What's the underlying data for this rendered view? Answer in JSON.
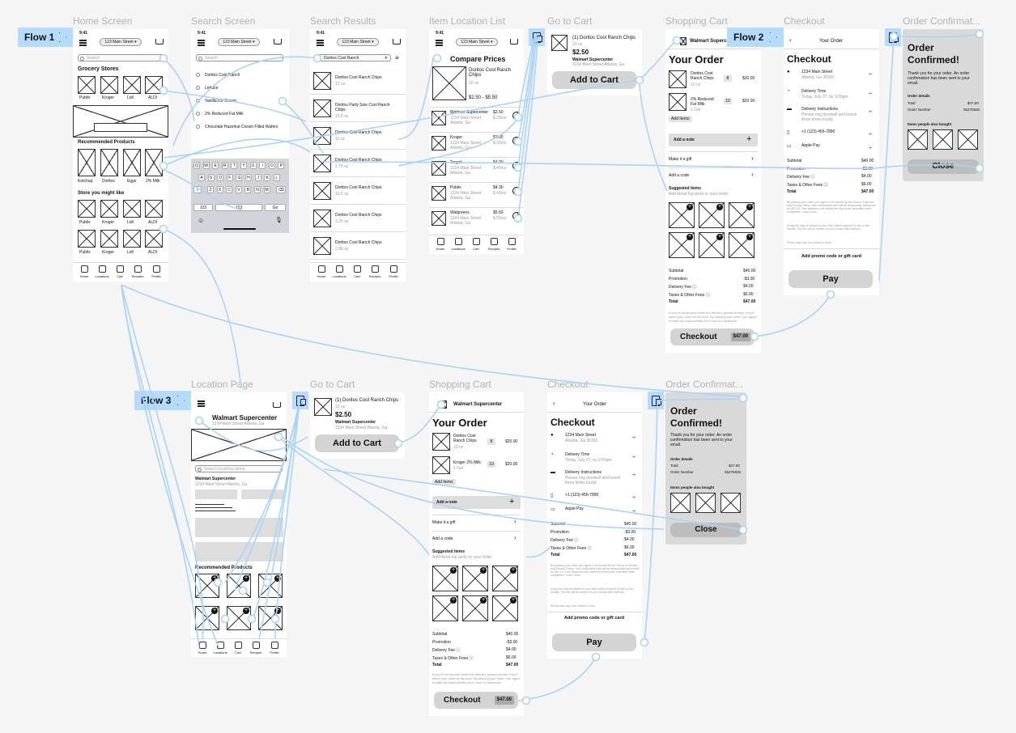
{
  "frames": {
    "home": "Home Screen",
    "search": "Search Screen",
    "results": "Search Results",
    "location_list": "Item Location List",
    "go_to_cart": "Go to Cart",
    "shopping_cart": "Shopping Cart",
    "checkout": "Checkout",
    "order_confirmation": "Order Confirmat...",
    "location_page": "Location Page",
    "go_to_cart_2": "Go to Cart",
    "shopping_cart_2": "Shopping Cart",
    "checkout_2": "Checkout",
    "order_confirmation_2": "Order Confirmat..."
  },
  "flows": {
    "f1": "Flow 1",
    "f2": "Flow 2",
    "f3": "Flow 3"
  },
  "status": {
    "time": "9:41"
  },
  "address": "123 Main Street ▾",
  "home": {
    "search_placeholder": "Search",
    "grocery_title": "Grocery Stores",
    "stores": [
      "Publix",
      "Kroger",
      "Lidl",
      "ALDI"
    ],
    "recommended_title": "Recommended Products",
    "products": [
      "Ketchup",
      "Doritos",
      "Eggs",
      "2% Milk"
    ],
    "like_title": "Store you might like",
    "stores_like_1": [
      "Publix",
      "Kroger",
      "Lidl",
      "ALDI"
    ],
    "stores_like_2": [
      "Publix",
      "Kroger",
      "Lidl",
      "ALDI"
    ]
  },
  "nav": {
    "home": "Home",
    "locations": "Locations",
    "cart": "Cart",
    "recipes": "Recipes",
    "profile": "Profile"
  },
  "search": {
    "placeholder": "Search",
    "suggestions": [
      "Doritos Cool Ranch",
      "Lettuce",
      "Vanilla Ice Cream",
      "2% Reduced Fat Milk",
      "Chocolate Hazelnut Cream Filled Wafers"
    ],
    "keys_row1": [
      "Q",
      "W",
      "E",
      "R",
      "T",
      "Y",
      "U",
      "I",
      "O",
      "P"
    ],
    "keys_row2": [
      "A",
      "S",
      "D",
      "F",
      "G",
      "H",
      "J",
      "K",
      "L"
    ],
    "keys_row3": [
      "Z",
      "X",
      "C",
      "V",
      "B",
      "N",
      "M"
    ],
    "key_123": "123",
    "key_space": "123",
    "key_go": "Go"
  },
  "results": {
    "query": "Doritos Cool Ranch",
    "items": [
      {
        "name": "Doritos Cool Ranch Chips",
        "size": "10 oz"
      },
      {
        "name": "Doritos Party Size Cool Ranch Chips",
        "size": "15.5 oz"
      },
      {
        "name": "Doritos Cool Ranch Chips",
        "size": "11 oz"
      },
      {
        "name": "Doritos Cool Ranch Chips",
        "size": "2.75 oz"
      },
      {
        "name": "Doritos Cool Ranch Chips",
        "size": "10.5 oz"
      },
      {
        "name": "Doritos Cool Ranch Chips",
        "size": "3.25 oz"
      },
      {
        "name": "Doritos Cool Ranch Chips",
        "size": "2.88 oz"
      }
    ]
  },
  "compare": {
    "title": "Compare Prices",
    "product": "Doritos Cool Ranch Chips",
    "size": "10 oz",
    "range": "$2.50 - $5.50",
    "stores": [
      {
        "name": "Walmart Supercenter",
        "addr": "1234 Main Street",
        "city": "Atlanta, Ga",
        "price": "$2.50",
        "unit": "$.25/oz"
      },
      {
        "name": "Kroger",
        "addr": "1234 Main Street",
        "city": "Atlanta, Ga",
        "price": "$3.00",
        "unit": "$.30/oz"
      },
      {
        "name": "Target",
        "addr": "1234 Main Street",
        "city": "Atlanta, Ga",
        "price": "$4.00",
        "unit": "$.40/oz"
      },
      {
        "name": "Publix",
        "addr": "1234 Main Street",
        "city": "Atlanta, Ga",
        "price": "$4.30",
        "unit": "$.43/oz"
      },
      {
        "name": "Walgreens",
        "addr": "1234 Main Street",
        "city": "Atlanta, Ga",
        "price": "$5.50",
        "unit": "$.55/oz"
      }
    ]
  },
  "go_cart": {
    "name": "(1) Doritos Cool Ranch Chips",
    "size": "10 oz",
    "price": "$2.50",
    "store": "Walmart Supercenter",
    "addr": "1234 Main Street Atlanta, Ga",
    "button": "Add to Cart"
  },
  "cart": {
    "store": "Walmart Supercenter",
    "title": "Your Order",
    "items": [
      {
        "name": "Doritos Cool Ranch Chips",
        "size": "10 oz",
        "qty": "8",
        "price": "$20.00"
      },
      {
        "name": "2% Reduced Fat Milk",
        "size": "1 Gal",
        "qty": "10",
        "price": "$20.00"
      }
    ],
    "items_b": [
      {
        "name": "Doritos Cool Ranch Chips",
        "size": "10 oz",
        "qty": "8",
        "price": "$20.00"
      },
      {
        "name": "Kroger 2% Milk",
        "size": "1 Gal",
        "qty": "10",
        "price": "$20.00"
      }
    ],
    "add_items": "Add Items",
    "add_note": "Add a note",
    "gift": "Make it a gift",
    "code": "Add a code",
    "suggested": "Suggested items",
    "suggested_sub": "Add these top picks to your order",
    "subtotal_l": "Subtotal",
    "subtotal": "$40.00",
    "promo_l": "Promotion",
    "promo": "-$3.00",
    "delivery_l": "Delivery Fee ⓘ",
    "delivery": "$4.00",
    "taxes_l": "Taxes & Other Fees ⓘ",
    "taxes": "$6.00",
    "total_l": "Total",
    "total": "$47.00",
    "disclaimer": "If you're not around when the delivery person arrives, they'll leave your order at the door. By placing your order, you agree to take full responsibility for it once it's delivered.",
    "checkout": "Checkout",
    "checkout_price": "$47.00"
  },
  "checkout": {
    "header": "Your Order",
    "title": "Checkout",
    "addr": "1234 Main Street",
    "addr_sub": "Atlanta, Ga 30303",
    "time": "Delivery Time",
    "time_sub": "Today, July 27, by 9:00pm",
    "instr": "Delivery Instructions",
    "instr_sub": "Please ring doorbell and knock three times loudly",
    "phone": "+1 (123) 456-7890",
    "pay_method": "Apple Pay",
    "legal": "By placing your order, you agree to be bound by the Terms of Service and Privacy Policy. Your credit/debit card will be temporarily authorized for $51.20. Your statement will reflect the final order total after order completion. Learn more",
    "legal2": "A bag fee may be added to your final total if required by law or the retailer. The fee will be visible on your receipt after delivery.",
    "legal3": "Prices may vary from those in store.",
    "promo": "Add promo code or gift card",
    "pay": "Pay"
  },
  "confirm": {
    "title": "Order Confirmed!",
    "body": "Thank you for your order. An order confirmation has been sent to your email.",
    "details": "Order details",
    "total_l": "Total",
    "total": "$47.00",
    "num_l": "Order Number",
    "num": "05270826",
    "also": "Items people also bought",
    "close": "Close"
  },
  "location": {
    "store": "Walmart Supercenter",
    "addr": "1234 Main Street Atlanta, Ga",
    "search_placeholder": "Search locations items",
    "store2": "Walmart Supercenter",
    "addr2": "1234 Main Street Atlanta, Ga",
    "recommended": "Recommended Products"
  },
  "colors": {
    "canvas": "#f5f5f5",
    "flow": "#b5dcff",
    "link": "#a9d3fb",
    "button": "#d4d4d4"
  }
}
